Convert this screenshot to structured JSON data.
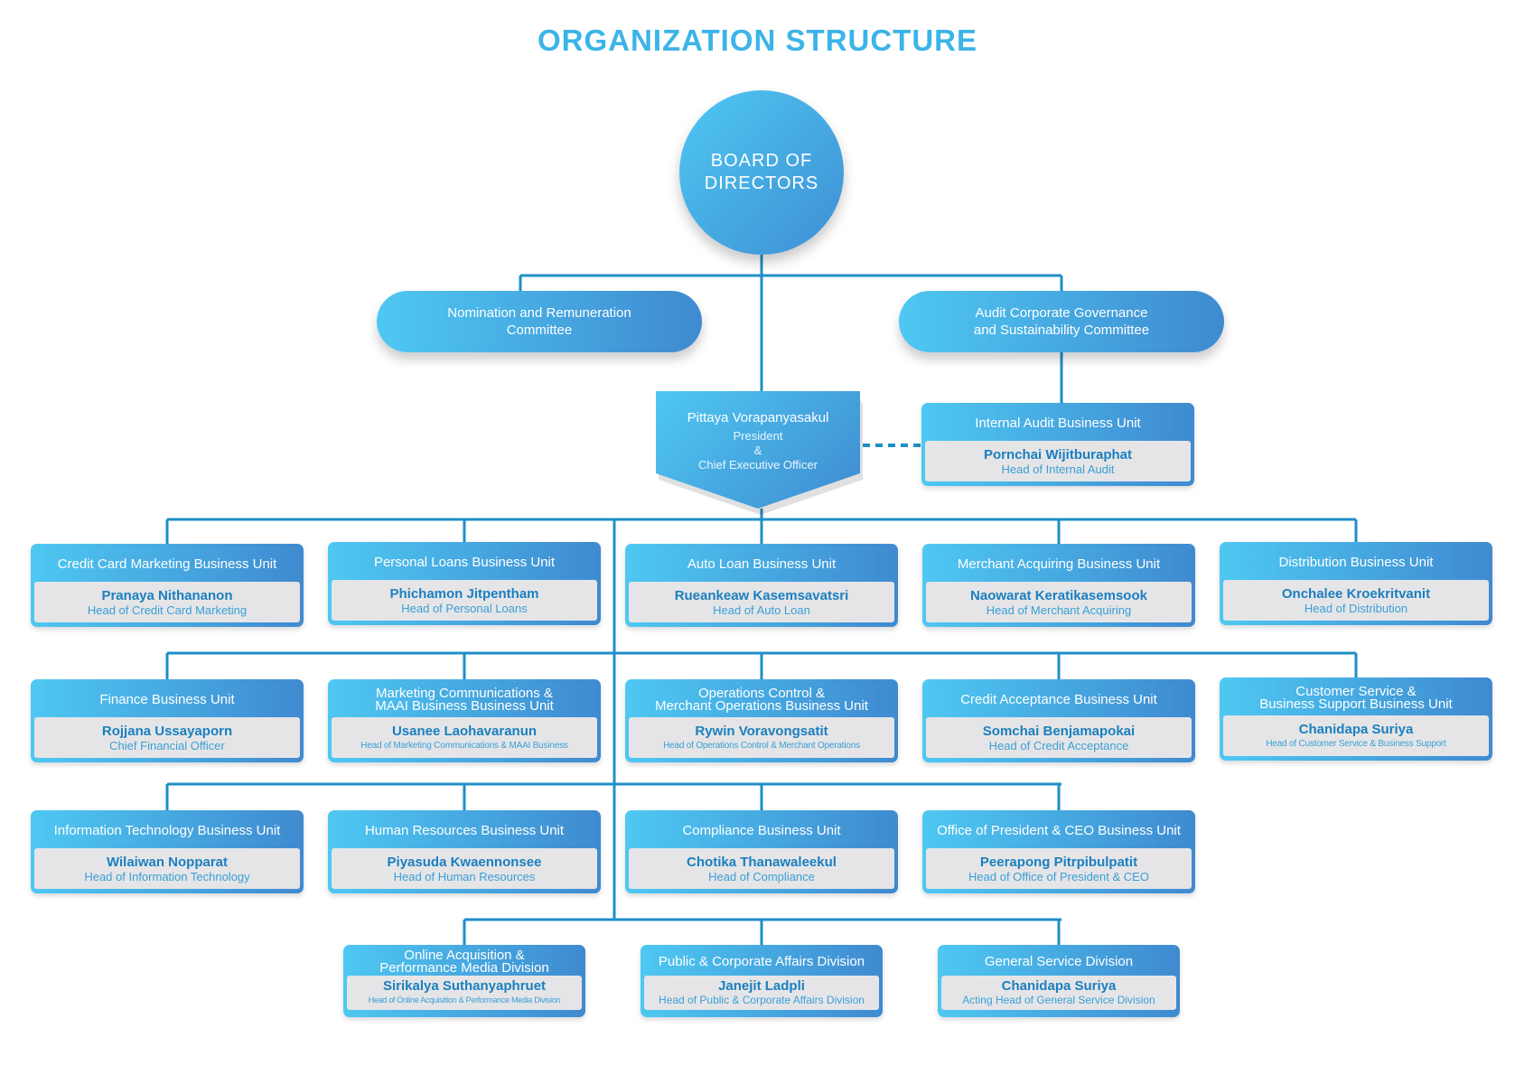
{
  "title": "ORGANIZATION STRUCTURE",
  "board": "BOARD OF\nDIRECTORS",
  "committees": {
    "nomination": "Nomination and Remuneration\nCommittee",
    "audit": "Audit Corporate Governance\nand Sustainability Committee"
  },
  "ceo": {
    "name": "Pittaya Vorapanyasakul",
    "role": "President\n&\nChief Executive Officer"
  },
  "internal_audit": {
    "unit": "Internal Audit Business Unit",
    "name": "Pornchai Wijitburaphat",
    "role": "Head of Internal Audit"
  },
  "row1": [
    {
      "unit": "Credit Card Marketing Business Unit",
      "name": "Pranaya Nithananon",
      "role": "Head of Credit Card Marketing"
    },
    {
      "unit": "Personal Loans Business Unit",
      "name": "Phichamon Jitpentham",
      "role": "Head of Personal Loans"
    },
    {
      "unit": "Auto Loan Business Unit",
      "name": "Rueankeaw Kasemsavatsri",
      "role": "Head of Auto Loan"
    },
    {
      "unit": "Merchant Acquiring Business Unit",
      "name": "Naowarat Keratikasemsook",
      "role": "Head of Merchant Acquiring"
    },
    {
      "unit": "Distribution Business Unit",
      "name": "Onchalee Kroekritvanit",
      "role": "Head of Distribution"
    }
  ],
  "row2": [
    {
      "unit": "Finance Business Unit",
      "name": "Rojjana Ussayaporn",
      "role": "Chief Financial Officer"
    },
    {
      "unit": "Marketing Communications &\nMAAI Business Business Unit",
      "name": "Usanee Laohavaranun",
      "role": "Head of Marketing Communications & MAAI Business"
    },
    {
      "unit": "Operations Control &\nMerchant Operations Business Unit",
      "name": "Rywin Voravongsatit",
      "role": "Head of Operations Control & Merchant Operations"
    },
    {
      "unit": "Credit Acceptance Business Unit",
      "name": "Somchai Benjamapokai",
      "role": "Head of Credit Acceptance"
    },
    {
      "unit": "Customer Service &\nBusiness Support Business Unit",
      "name": "Chanidapa Suriya",
      "role": "Head of Customer Service & Business Support"
    }
  ],
  "row3": [
    {
      "unit": "Information Technology Business Unit",
      "name": "Wilaiwan Nopparat",
      "role": "Head of Information Technology"
    },
    {
      "unit": "Human Resources Business Unit",
      "name": "Piyasuda Kwaennonsee",
      "role": "Head of Human Resources"
    },
    {
      "unit": "Compliance Business Unit",
      "name": "Chotika Thanawaleekul",
      "role": "Head of Compliance"
    },
    {
      "unit": "Office of President & CEO Business Unit",
      "name": "Peerapong Pitrpibulpatit",
      "role": "Head of Office of President & CEO"
    }
  ],
  "row4": [
    {
      "unit": "Online Acquisition &\nPerformance Media Division",
      "name": "Sirikalya Suthanyaphruet",
      "role": "Head of Online Acquisition & Performance Media Division"
    },
    {
      "unit": "Public & Corporate Affairs Division",
      "name": "Janejit Ladpli",
      "role": "Head of Public & Corporate Affairs Division"
    },
    {
      "unit": "General Service Division",
      "name": "Chanidapa Suriya",
      "role": "Acting Head of General Service Division"
    }
  ]
}
